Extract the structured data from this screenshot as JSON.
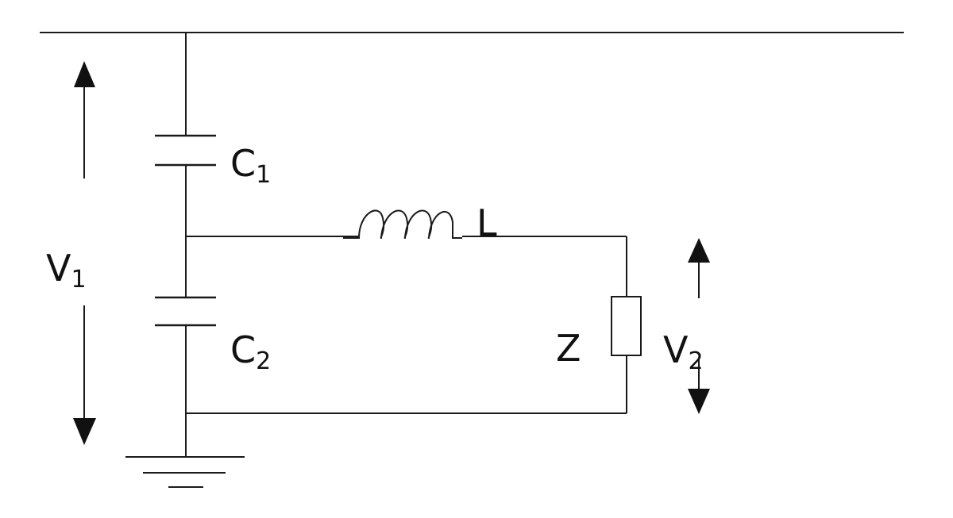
{
  "labels": {
    "c1": {
      "letter": "C",
      "subscript": "1"
    },
    "c2": {
      "letter": "C",
      "subscript": "2"
    },
    "l": "L",
    "z": "Z",
    "v1": {
      "letter": "V",
      "subscript": "1"
    },
    "v2": {
      "letter": "V",
      "subscript": "2"
    }
  },
  "colors": {
    "ink": "#1a1a1a",
    "background": "#ffffff"
  }
}
